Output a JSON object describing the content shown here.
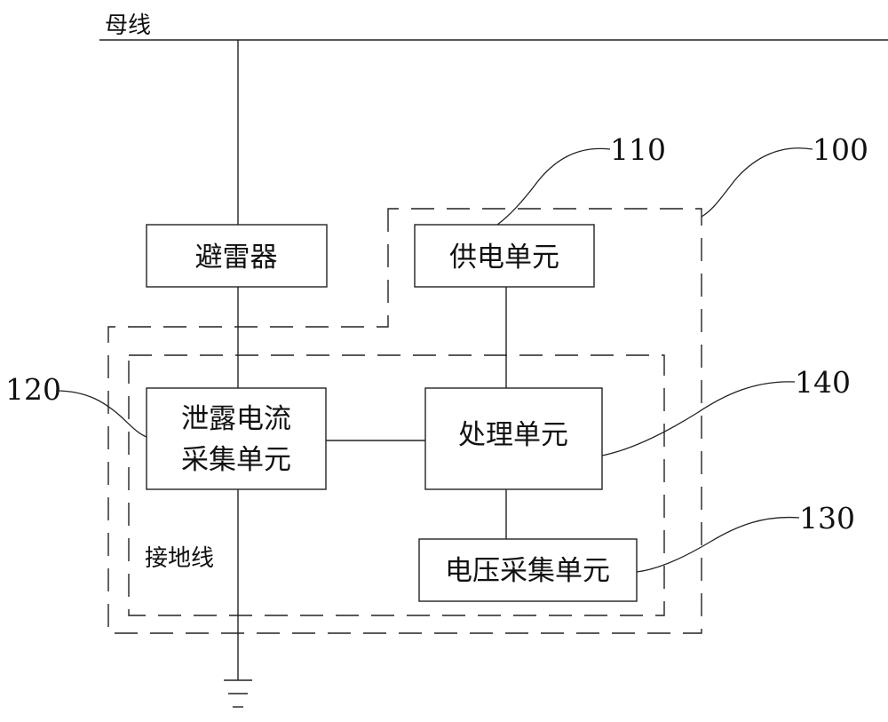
{
  "bus_label": "母线",
  "blocks": {
    "arrester": "避雷器",
    "power_supply": "供电单元",
    "leakage_current_line1": "泄露电流",
    "leakage_current_line2": "采集单元",
    "processing": "处理单元",
    "voltage_acquisition": "电压采集单元"
  },
  "ground_wire_label": "接地线",
  "ref_numerals": {
    "device": "100",
    "power_supply": "110",
    "leakage_current": "120",
    "voltage_acquisition": "130",
    "processing": "140"
  }
}
